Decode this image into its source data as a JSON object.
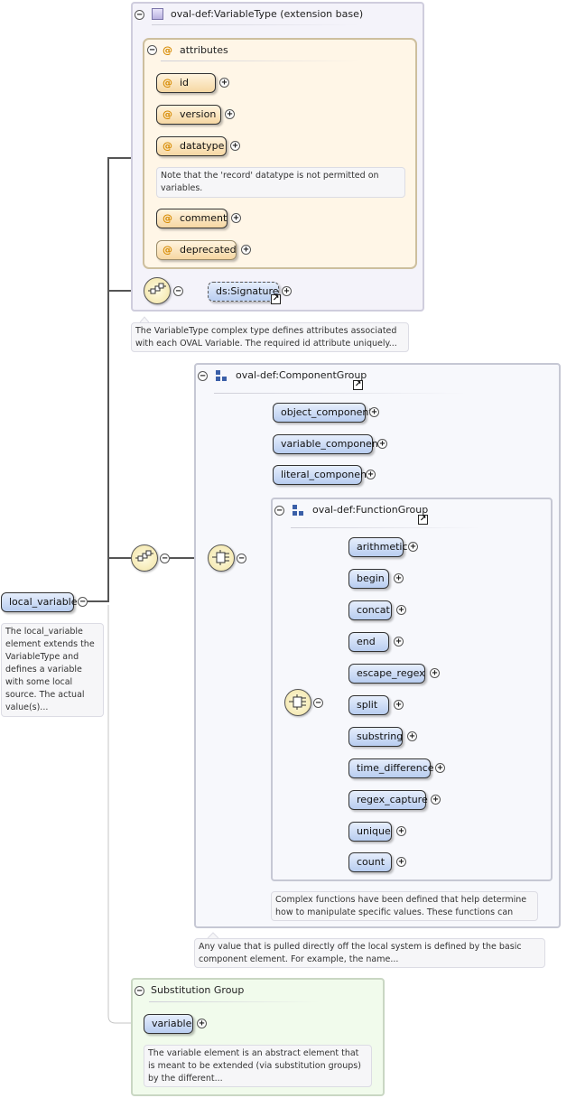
{
  "colors": {
    "wire": "#555555",
    "element_fill": "#c4d6f4",
    "attribute_fill": "#fbe3b9",
    "attr_symbol": "#d68a00",
    "type_panel": "#f4f3fa",
    "group_panel": "#f7f8fc",
    "attr_panel": "#fff6e7",
    "subst_panel": "#f1fbec"
  },
  "root": {
    "label": "local_variable",
    "doc": "The local_variable element extends the VariableType and defines a variable with some local source. The actual value(s)..."
  },
  "variable_type": {
    "title": "oval-def:VariableType (extension base)",
    "attributes_label": "attributes",
    "attributes": [
      {
        "name": "id",
        "required": true
      },
      {
        "name": "version",
        "required": true
      },
      {
        "name": "datatype",
        "required": true
      },
      {
        "name": "comment",
        "required": true
      },
      {
        "name": "deprecated",
        "required": false
      }
    ],
    "datatype_note": "Note that the 'record' datatype is not permitted on variables.",
    "signature": "ds:Signature",
    "doc": "The VariableType complex type defines attributes associated with each OVAL Variable. The required id attribute uniquely..."
  },
  "component_group": {
    "title": "oval-def:ComponentGroup",
    "items": [
      "object_component",
      "variable_component",
      "literal_component"
    ],
    "doc": "Any value that is pulled directly off the local system is defined by the basic component element. For example, the name..."
  },
  "function_group": {
    "title": "oval-def:FunctionGroup",
    "items": [
      "arithmetic",
      "begin",
      "concat",
      "end",
      "escape_regex",
      "split",
      "substring",
      "time_difference",
      "regex_capture",
      "unique",
      "count"
    ],
    "doc": "Complex functions have been defined that help determine how to manipulate specific values. These functions can be..."
  },
  "substitution_group": {
    "title": "Substitution Group",
    "element": "variable",
    "doc": "The variable element is an abstract element that is meant to be extended (via substitution groups) by the different..."
  },
  "symbols": {
    "collapse": "−",
    "expand": "+",
    "attr": "@",
    "ref": "↗"
  }
}
